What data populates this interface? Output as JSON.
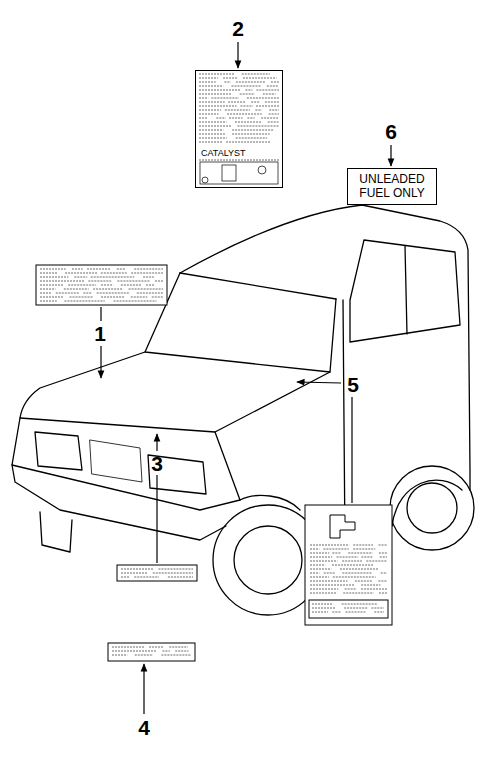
{
  "diagram": {
    "nodes": [
      {
        "text": [
          "CATALYST"
        ]
      },
      {
        "text": [
          "UNLEADED FUEL ONLY"
        ]
      }
    ],
    "labels": [
      "1",
      "2",
      "3",
      "4",
      "5",
      "6"
    ]
  }
}
